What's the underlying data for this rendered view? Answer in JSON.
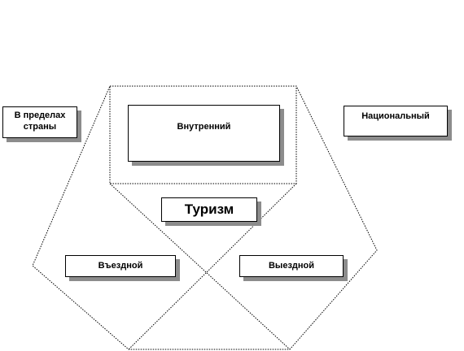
{
  "diagram": {
    "left_label": "В пределах\nстраны",
    "inner_label": "Внутренний",
    "national_label": "Национальный",
    "center_label": "Туризм",
    "outbound_left_label": "Въездной",
    "outbound_right_label": "Выездной"
  },
  "colors": {
    "line": "#000000",
    "shadow": "#8c8c8c",
    "background": "#ffffff"
  }
}
